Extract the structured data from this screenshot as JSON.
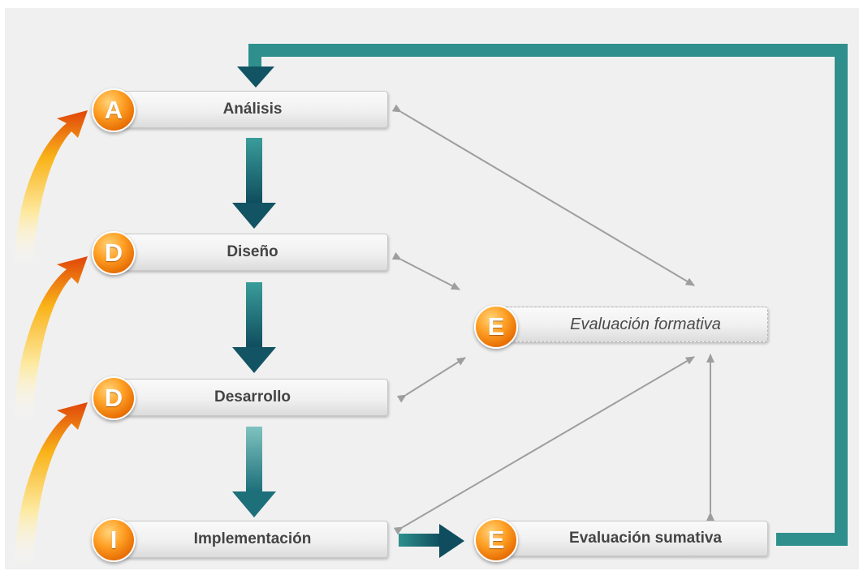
{
  "nodes": {
    "analisis": {
      "letter": "A",
      "label": "Análisis"
    },
    "diseno": {
      "letter": "D",
      "label": "Diseño"
    },
    "desarrollo": {
      "letter": "D",
      "label": "Desarrollo"
    },
    "implementacion": {
      "letter": "I",
      "label": "Implementación"
    },
    "evaluacion_formativa": {
      "letter": "E",
      "label": "Evaluación formativa"
    },
    "evaluacion_sumativa": {
      "letter": "E",
      "label": "Evaluación sumativa"
    }
  },
  "colors": {
    "teal": "#2e8f8c",
    "teal_dark": "#125463",
    "gray_arrow": "#9e9e9e",
    "badge_orange": "#f08a0c",
    "panel_bg": "#f0f0f0"
  }
}
